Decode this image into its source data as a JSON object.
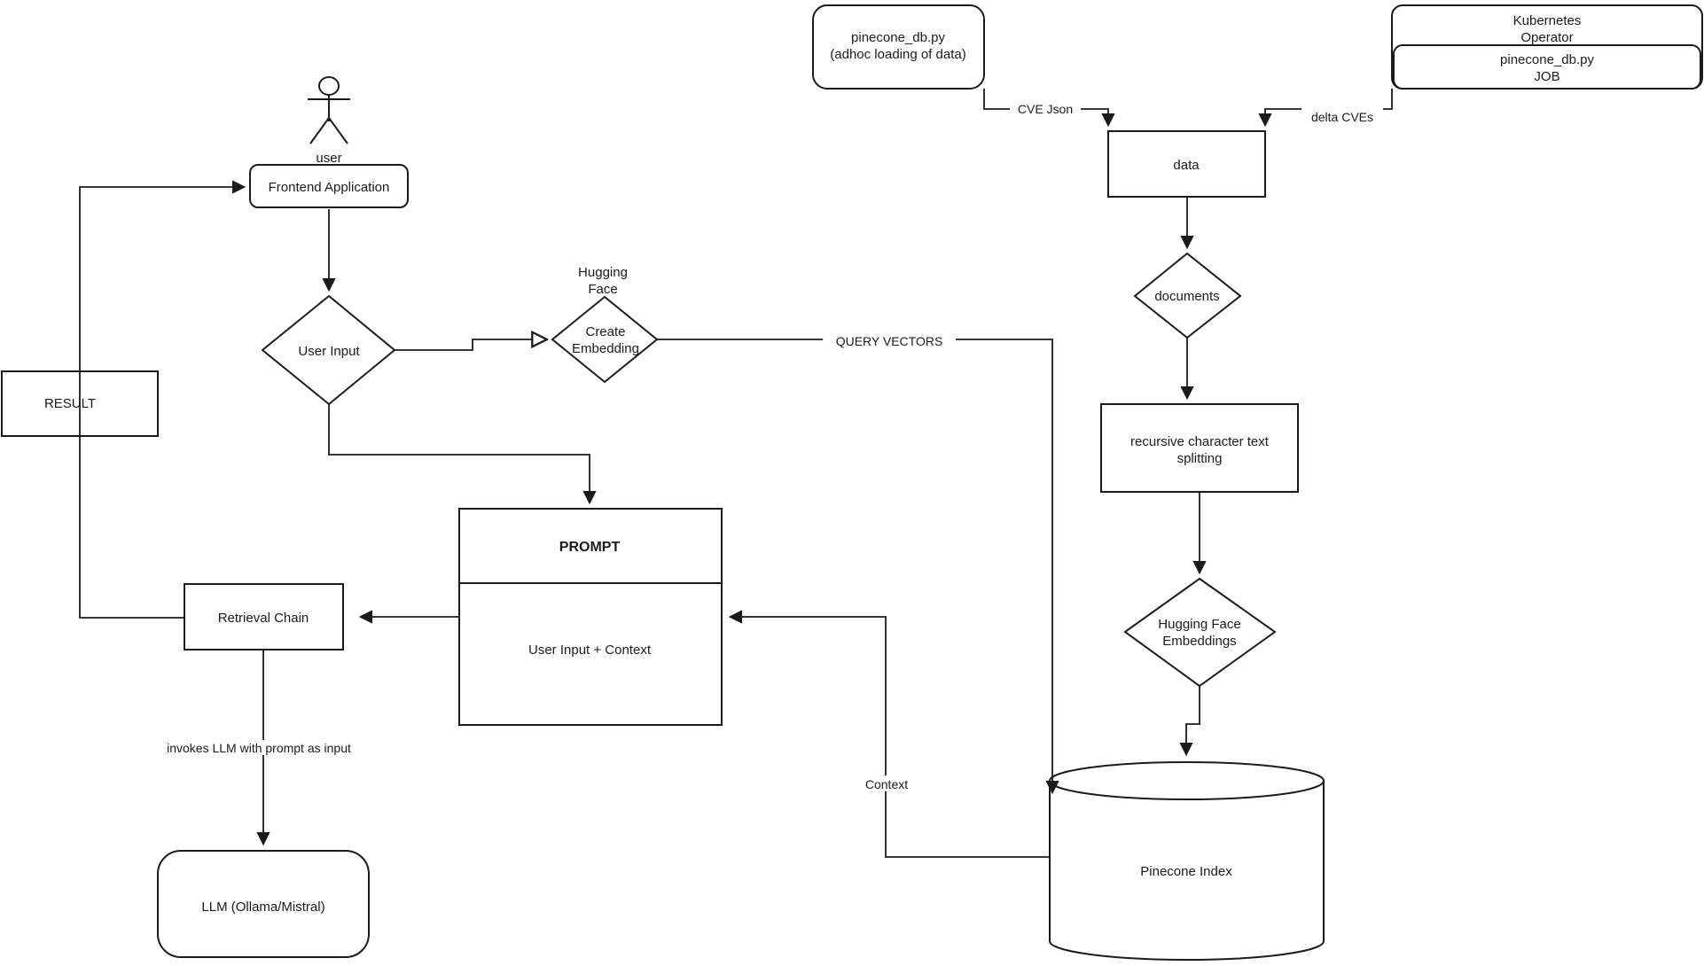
{
  "diagram": {
    "title": "RAG pipeline with Pinecone flowchart",
    "colors": {
      "background": "#ffffff",
      "stroke": "#1b1b1b",
      "text": "#1b1b1b"
    },
    "nodes": {
      "user_actor": {
        "label": "user"
      },
      "frontend": {
        "label": "Frontend Application"
      },
      "user_input": {
        "label": "User Input"
      },
      "create_embedding": {
        "caption_line1": "Hugging",
        "caption_line2": "Face",
        "line1": "Create",
        "line2": "Embedding"
      },
      "result": {
        "label": "RESULT"
      },
      "prompt": {
        "title": "PROMPT",
        "body": "User Input + Context"
      },
      "retrieval_chain": {
        "label": "Retrieval Chain"
      },
      "llm": {
        "label": "LLM (Ollama/Mistral)"
      },
      "pinecone_loader": {
        "line1": "pinecone_db.py",
        "line2": "(adhoc loading of data)"
      },
      "kubernetes_operator": {
        "line1": "Kubernetes",
        "line2": "Operator"
      },
      "pinecone_job": {
        "line1": "pinecone_db.py",
        "line2": "JOB"
      },
      "data": {
        "label": "data"
      },
      "documents": {
        "label": "documents"
      },
      "recursive_split": {
        "line1": "recursive character text",
        "line2": "splitting"
      },
      "hf_embeddings": {
        "line1": "Hugging Face",
        "line2": "Embeddings"
      },
      "pinecone_index": {
        "label": "Pinecone Index"
      }
    },
    "edge_labels": {
      "cve_json": "CVE Json",
      "delta_cves": "delta CVEs",
      "query_vectors": "QUERY VECTORS",
      "context": "Context",
      "invokes_llm": "invokes LLM with prompt as input"
    }
  }
}
